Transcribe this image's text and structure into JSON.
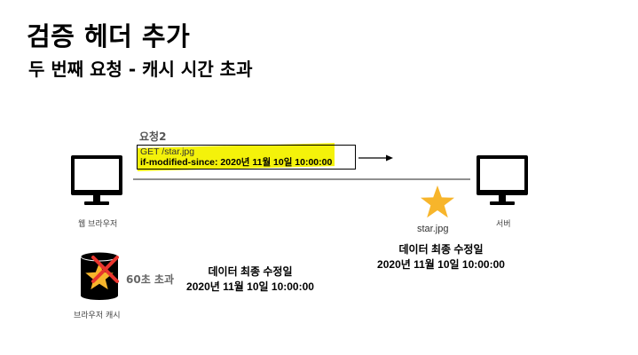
{
  "title": "검증 헤더 추가",
  "subtitle": "두 번째 요청 - 캐시 시간 초과",
  "request": {
    "label": "요청2",
    "line1": "GET /star.jpg",
    "line2": "if-modified-since: 2020년 11월 10일 10:00:00"
  },
  "browser": {
    "label": "웹 브라우저"
  },
  "server": {
    "label": "서버",
    "file": "star.jpg"
  },
  "server_data": {
    "heading": "데이터 최종 수정일",
    "value": "2020년 11월 10일 10:00:00"
  },
  "cache": {
    "label": "브라우저 캐시",
    "timeout": "60초 초과",
    "heading": "데이터 최종 수정일",
    "value": "2020년 11월 10일 10:00:00"
  },
  "colors": {
    "highlight": "#f4f20a",
    "star": "#f7b52b",
    "cross": "#e8352e"
  }
}
